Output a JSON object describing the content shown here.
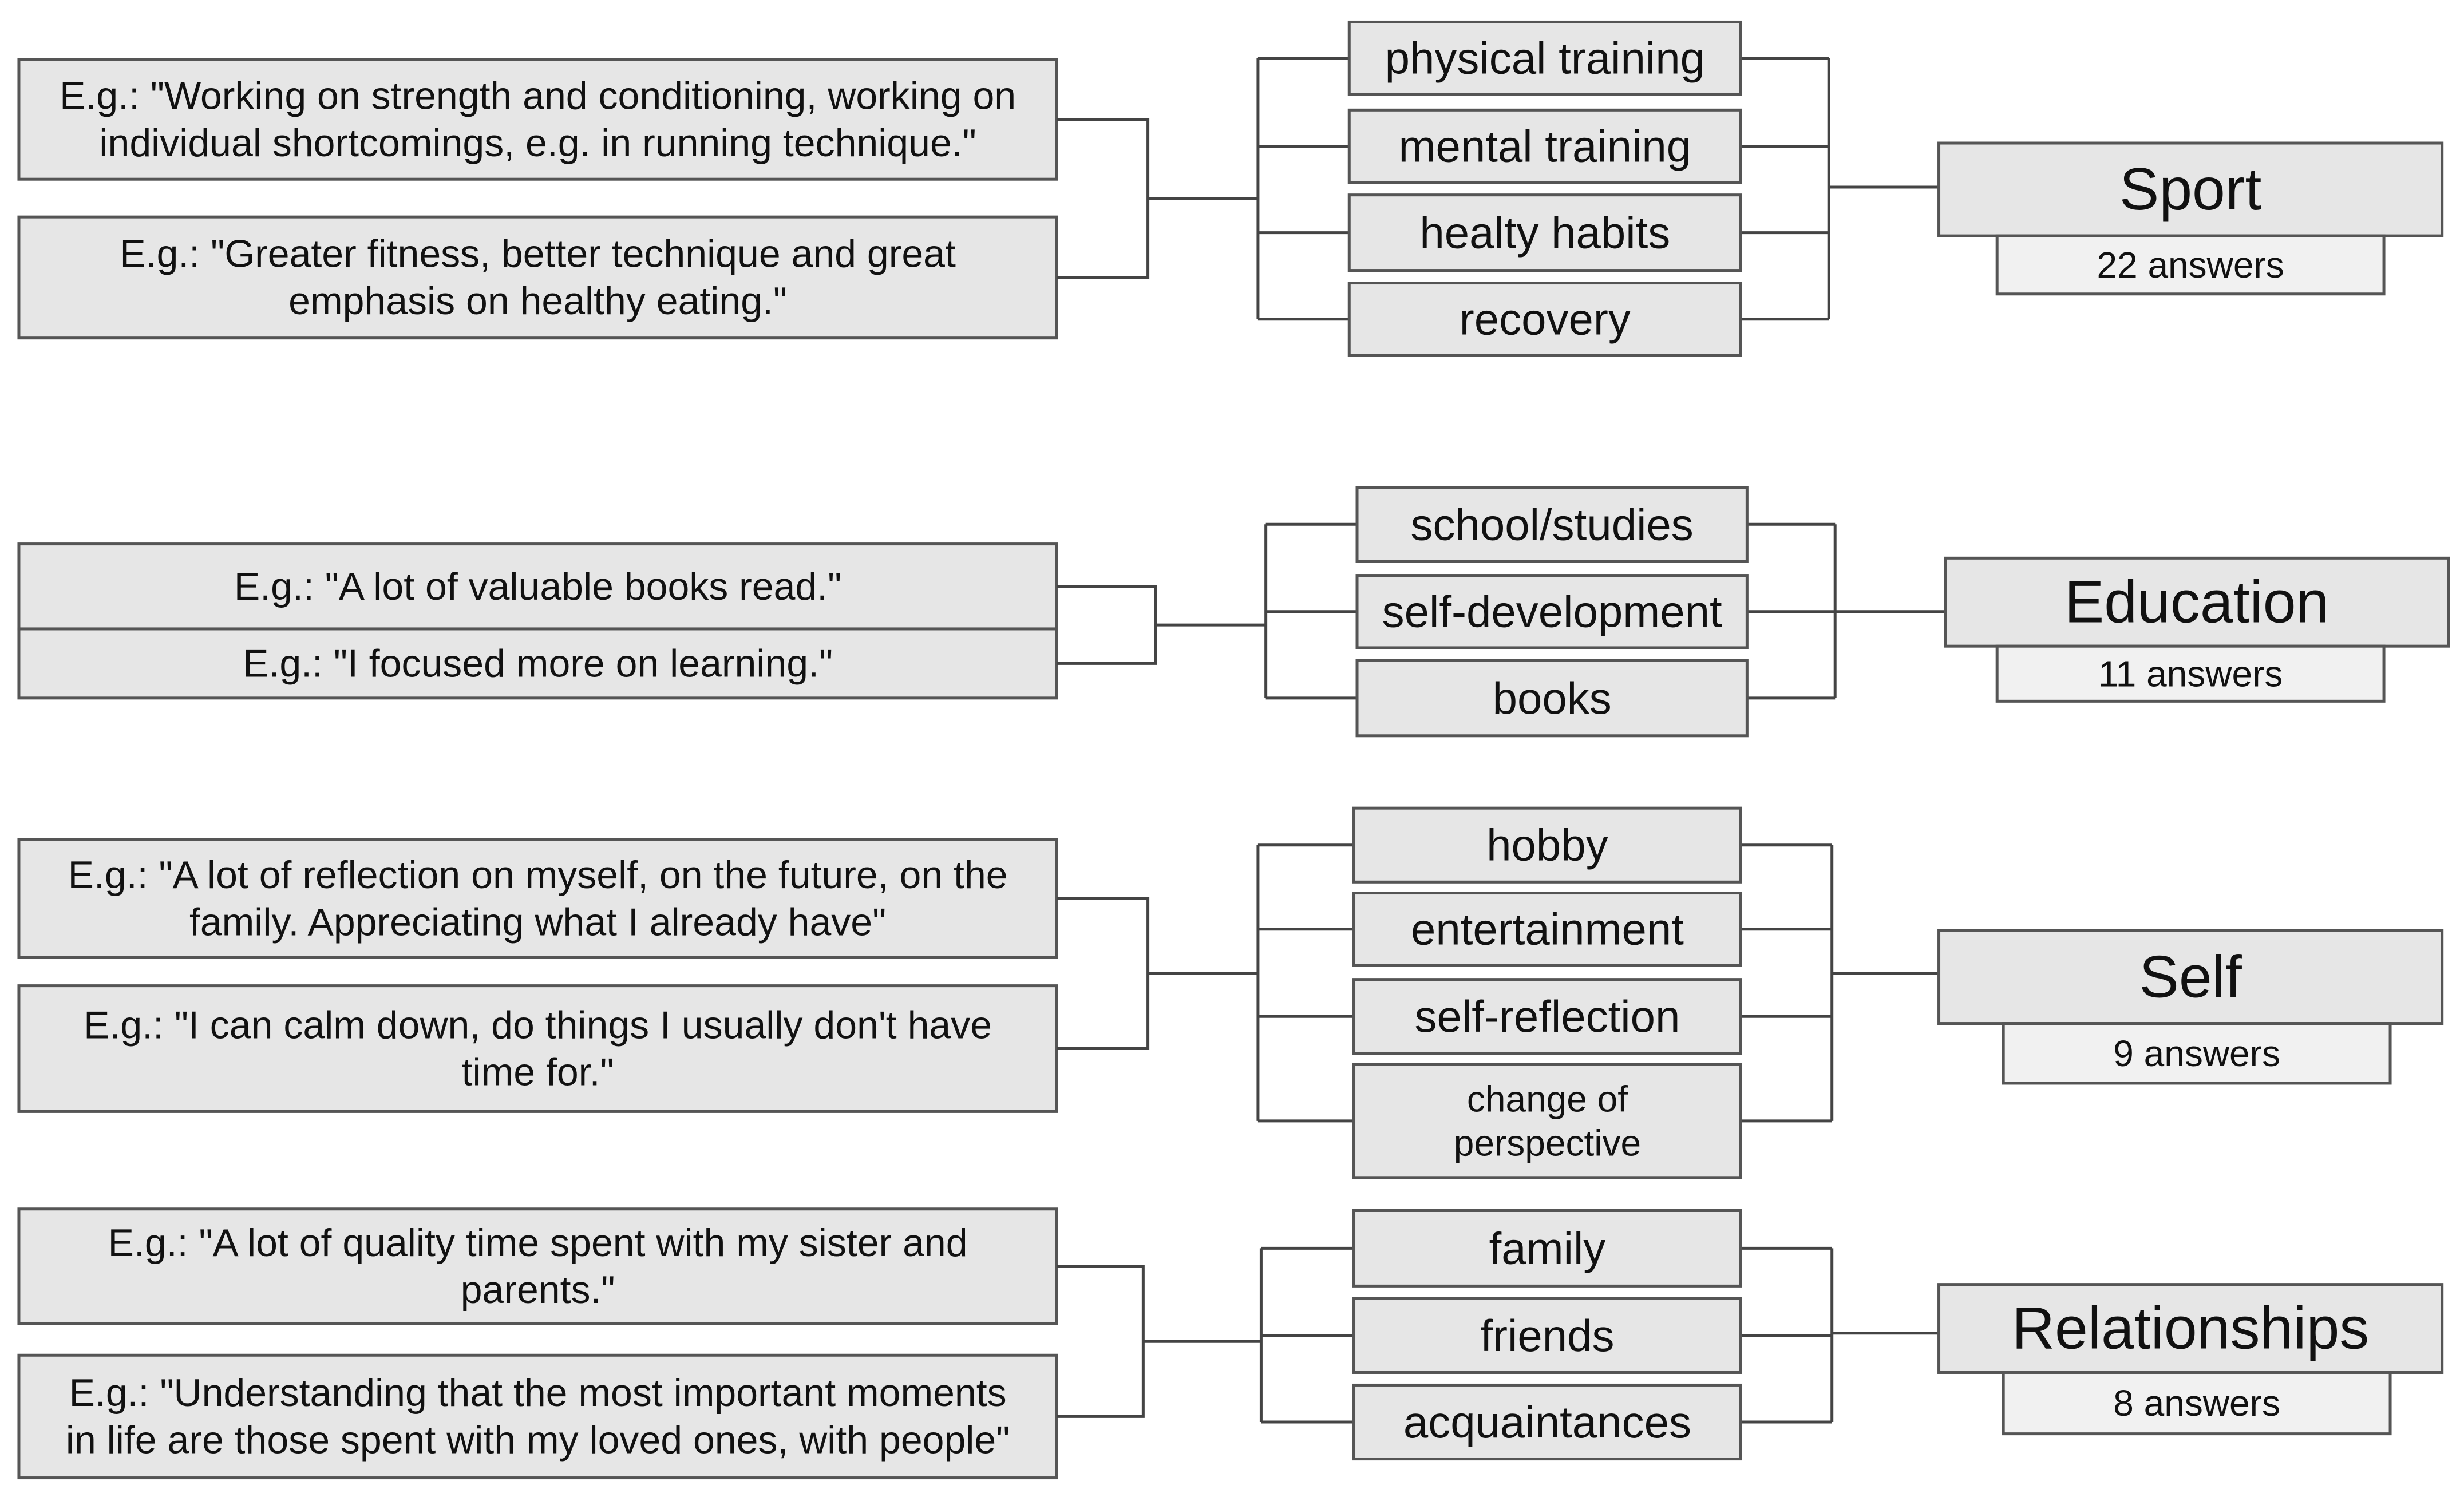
{
  "groups": [
    {
      "category": "Sport",
      "count": "22 answers",
      "subcategories": [
        "physical training",
        "mental training",
        "healty habits",
        "recovery"
      ],
      "examples": [
        [
          "E.g.: \"Working on strength and conditioning, working on",
          "individual shortcomings, e.g. in running technique.\""
        ],
        [
          "E.g.: \"Greater fitness, better technique and great",
          "emphasis on healthy eating.\""
        ]
      ]
    },
    {
      "category": "Education",
      "count": "11 answers",
      "subcategories": [
        "school/studies",
        "self-development",
        "books"
      ],
      "examples": [
        [
          "E.g.: \"A lot of valuable books read.\""
        ],
        [
          "E.g.: \"I focused more on learning.\""
        ]
      ]
    },
    {
      "category": "Self",
      "count": "9 answers",
      "subcategories": [
        "hobby",
        "entertainment",
        "self-reflection",
        "change of perspective"
      ],
      "examples": [
        [
          "E.g.: \"A lot of reflection on myself, on the future, on the",
          "family. Appreciating what I already have\""
        ],
        [
          "E.g.: \"I can calm down, do things I usually don't have",
          "time for.\""
        ]
      ]
    },
    {
      "category": "Relationships",
      "count": "8 answers",
      "subcategories": [
        "family",
        "friends",
        "acquaintances"
      ],
      "examples": [
        [
          "E.g.: \"A lot of quality time spent with my sister and",
          "parents.\""
        ],
        [
          "E.g.: \"Understanding that the most important moments",
          "in life are those spent with my loved ones, with people\""
        ]
      ]
    }
  ]
}
